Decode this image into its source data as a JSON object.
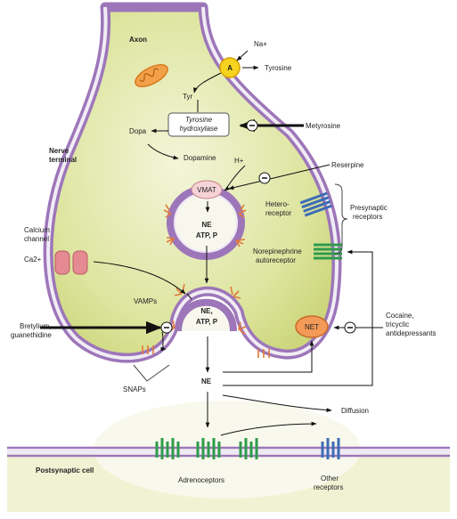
{
  "labels": {
    "axon": "Axon",
    "nerve_terminal_1": "Nerve",
    "nerve_terminal_2": "terminal",
    "na_plus": "Na+",
    "transporter_a": "A",
    "tyrosine": "Tyrosine",
    "tyr": "Tyr",
    "tyrosine_hydroxylase_1": "Tyrosine",
    "tyrosine_hydroxylase_2": "hydroxylase",
    "metyrosine": "Metyrosine",
    "dopa": "Dopa",
    "dopamine": "Dopamine",
    "h_plus": "H+",
    "reserpine": "Reserpine",
    "vmat": "VMAT",
    "vesicle_content_1": "NE",
    "vesicle_content_2": "ATP, P",
    "heteroreceptor_1": "Hetero-",
    "heteroreceptor_2": "receptor",
    "presynaptic_receptors_1": "Presynaptic",
    "presynaptic_receptors_2": "receptors",
    "calcium_channel_1": "Calcium",
    "calcium_channel_2": "channel",
    "ca2_plus": "Ca2+",
    "ne_autoreceptor_1": "Norepinephrine",
    "ne_autoreceptor_2": "autoreceptor",
    "vamps": "VAMPs",
    "fusing_content_1": "NE,",
    "fusing_content_2": "ATP, P",
    "bretylium_1": "Bretylium,",
    "bretylium_2": "guanethidine",
    "net": "NET",
    "cocaine_1": "Cocaine,",
    "cocaine_2": "tricyclic",
    "cocaine_3": "antidepressants",
    "snaps": "SNAPs",
    "ne_cleft": "NE",
    "diffusion": "Diffusion",
    "postsynaptic_cell": "Postsynaptic cell",
    "adrenoceptors": "Adrenoceptors",
    "other_receptors_1": "Other",
    "other_receptors_2": "receptors",
    "minus": "−"
  },
  "colors": {
    "membrane": "#9d76b9",
    "membrane_inner": "#f1ecf5",
    "cytoplasm": "#d6df8f",
    "cytoplasm_light": "#eef2c8",
    "transporter_a": "#f5d31f",
    "vmat": "#f6d3d6",
    "net": "#f39a58",
    "snare": "#e07a3a",
    "adrenoceptor": "#2e9b4a",
    "other_receptor": "#3d6cb5",
    "calcium_channel": "#e58a92"
  },
  "icons": [
    "mitochondrion-icon",
    "inhibition-symbol"
  ]
}
